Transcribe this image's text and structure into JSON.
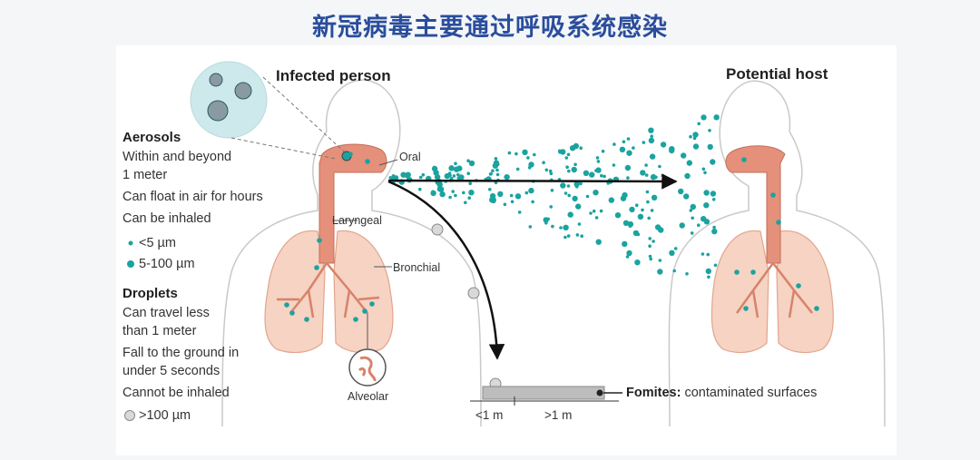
{
  "title": "新冠病毒主要通过呼吸系统感染",
  "figure": {
    "infected_person": "Infected person",
    "potential_host": "Potential host",
    "anatomy": {
      "oral": "Oral",
      "laryngeal": "Laryngeal",
      "bronchial": "Bronchial",
      "alveolar": "Alveolar"
    },
    "legend": {
      "aerosols": {
        "heading": "Aerosols",
        "lines": [
          "Within and beyond",
          "1 meter",
          "Can float in air for hours",
          "Can be inhaled"
        ],
        "small": "<5 µm",
        "medium": "5-100 µm"
      },
      "droplets": {
        "heading": "Droplets",
        "lines": [
          "Can travel less",
          "than 1 meter",
          "Fall to the ground in",
          "under 5 seconds",
          "Cannot be inhaled"
        ],
        "large": ">100 µm"
      }
    },
    "fomites": {
      "label": "Fomites:",
      "desc": "contaminated surfaces",
      "near": "<1 m",
      "far": ">1 m"
    }
  },
  "colors": {
    "title": "#2a4d9c",
    "aerosol": "#1aa39f",
    "lung": "#f6d3c2",
    "airway": "#e4907a",
    "droplet": "#d9d9d9"
  }
}
